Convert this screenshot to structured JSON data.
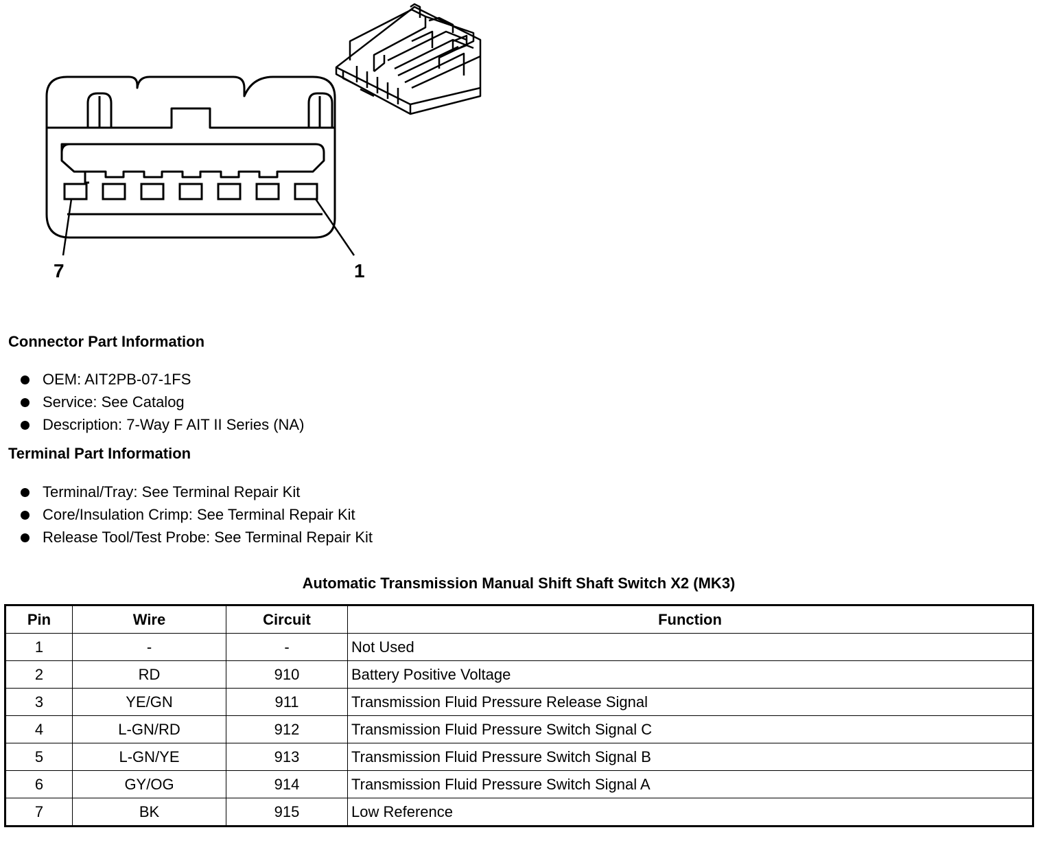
{
  "diagram": {
    "pin_label_left": "7",
    "pin_label_right": "1"
  },
  "connector_info": {
    "heading": "Connector Part Information",
    "items": [
      "OEM: AIT2PB-07-1FS",
      "Service: See Catalog",
      "Description: 7-Way F AIT II Series (NA)"
    ]
  },
  "terminal_info": {
    "heading": "Terminal Part Information",
    "items": [
      "Terminal/Tray: See Terminal Repair Kit",
      "Core/Insulation Crimp: See Terminal Repair Kit",
      "Release Tool/Test Probe: See Terminal Repair Kit"
    ]
  },
  "table": {
    "title": "Automatic Transmission Manual Shift Shaft Switch X2 (MK3)",
    "headers": [
      "Pin",
      "Wire",
      "Circuit",
      "Function"
    ],
    "rows": [
      [
        "1",
        "-",
        "-",
        "Not Used"
      ],
      [
        "2",
        "RD",
        "910",
        "Battery Positive Voltage"
      ],
      [
        "3",
        "YE/GN",
        "911",
        "Transmission Fluid Pressure Release Signal"
      ],
      [
        "4",
        "L-GN/RD",
        "912",
        "Transmission Fluid Pressure Switch Signal C"
      ],
      [
        "5",
        "L-GN/YE",
        "913",
        "Transmission Fluid Pressure Switch Signal B"
      ],
      [
        "6",
        "GY/OG",
        "914",
        "Transmission Fluid Pressure Switch Signal A"
      ],
      [
        "7",
        "BK",
        "915",
        "Low Reference"
      ]
    ]
  }
}
